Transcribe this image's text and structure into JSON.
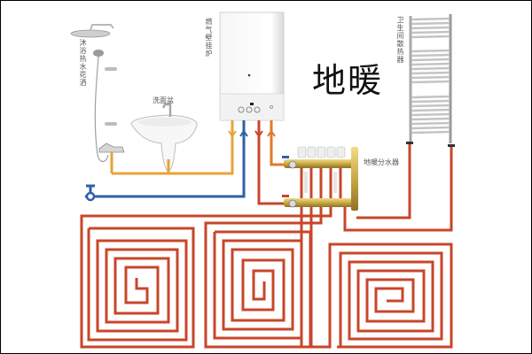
{
  "diagram": {
    "title": "地暖",
    "labels": {
      "shower": "沐浴热水花洒",
      "washbasin": "洗面盆",
      "boiler": "燃气壁挂炉",
      "radiator": "卫生间散热器",
      "manifold": "地暖分水器"
    },
    "components": [
      {
        "id": "shower",
        "name": "沐浴热水花洒"
      },
      {
        "id": "washbasin",
        "name": "洗面盆"
      },
      {
        "id": "boiler",
        "name": "燃气壁挂炉"
      },
      {
        "id": "radiator",
        "name": "卫生间散热器"
      },
      {
        "id": "manifold",
        "name": "地暖分水器"
      },
      {
        "id": "floor-loops",
        "name": "地暖",
        "count": 3
      }
    ],
    "colors": {
      "hot_water_pipe": "#e8a23a",
      "cold_water_pipe": "#2f5fa8",
      "heating_supply_pipe": "#c8462a",
      "heating_return_pipe": "#e07a2e",
      "floor_loop_pipe": "#c8462a",
      "frame": "#000000"
    }
  }
}
